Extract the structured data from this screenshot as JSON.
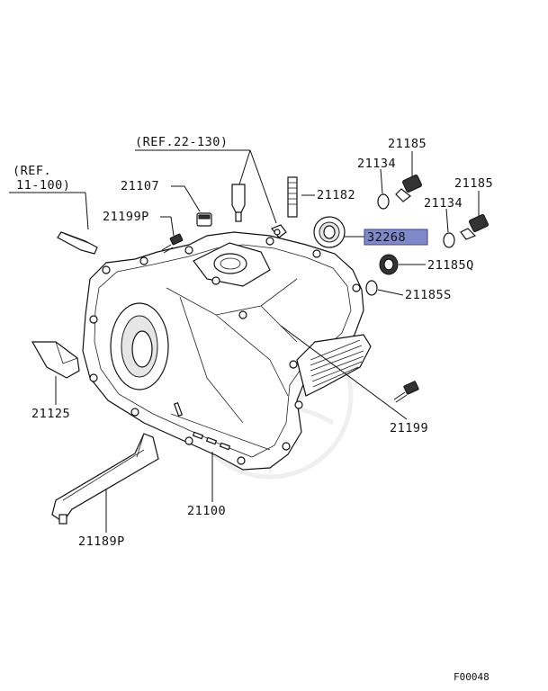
{
  "diagram": {
    "labels": {
      "ref_22_130": "(REF.22-130)",
      "ref_11_100_a": "(REF.",
      "ref_11_100_b": "11-100)",
      "p21107": "21107",
      "p21199p": "21199P",
      "p21182": "21182",
      "p21185_a": "21185",
      "p21134_a": "21134",
      "p21185_b": "21185",
      "p21134_b": "21134",
      "p32268": "32268",
      "p21185q": "21185Q",
      "p21185s": "21185S",
      "p21125": "21125",
      "p21199": "21199",
      "p21100": "21100",
      "p21189p": "21189P",
      "figure_code": "F00048"
    },
    "highlight_color": "#7f88c9"
  }
}
